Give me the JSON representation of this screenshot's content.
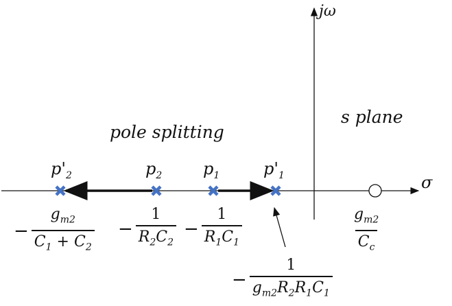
{
  "axes": {
    "imag_label": "jω",
    "real_label": "σ"
  },
  "plane_label": "s plane",
  "title": "pole splitting",
  "poles": [
    {
      "id": "p2_prime",
      "label": "p'",
      "sub": "2",
      "neg": "−",
      "num": "g",
      "num_sub": "m2",
      "den": "C",
      "den_sub1": "1",
      "den_mid": " + C",
      "den_sub2": "2"
    },
    {
      "id": "p2",
      "label": "p",
      "sub": "2",
      "neg": "−",
      "num": "1",
      "den": "R",
      "den_sub1": "2",
      "den_mid": "C",
      "den_sub2": "2"
    },
    {
      "id": "p1",
      "label": "p",
      "sub": "1",
      "neg": "−",
      "num": "1",
      "den": "R",
      "den_sub1": "1",
      "den_mid": "C",
      "den_sub2": "1"
    },
    {
      "id": "p1_prime",
      "label": "p'",
      "sub": "1",
      "neg": "−",
      "num": "1",
      "den": "g",
      "den_sub1": "m2",
      "den_mid": "R",
      "den_sub2": "2",
      "den_tail": "R",
      "den_sub3": "1",
      "den_tail2": "C",
      "den_sub4": "1"
    }
  ],
  "zero": {
    "num": "g",
    "num_sub": "m2",
    "den": "C",
    "den_sub": "c"
  },
  "colors": {
    "pole": "#4472C4",
    "axis": "#111111"
  }
}
